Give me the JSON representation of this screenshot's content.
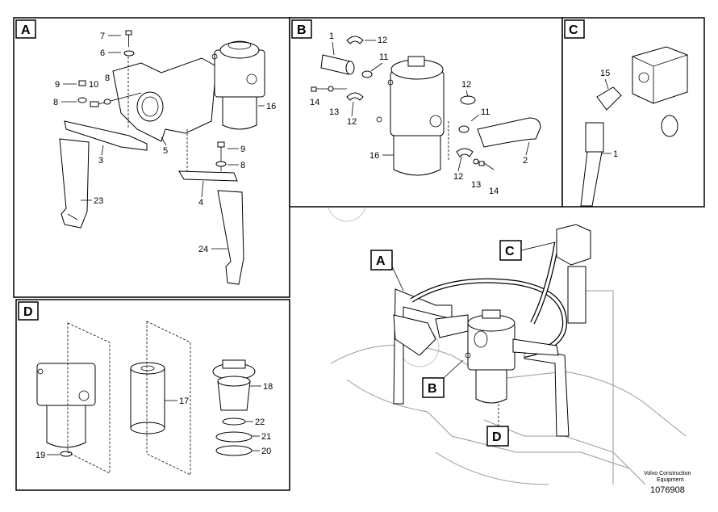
{
  "panels": {
    "A": {
      "tag": "A",
      "callouts": [
        "7",
        "6",
        "8",
        "9",
        "10",
        "8",
        "5",
        "3",
        "16",
        "9",
        "8",
        "4",
        "23",
        "24"
      ]
    },
    "B": {
      "tag": "B",
      "callouts": [
        "1",
        "12",
        "11",
        "14",
        "13",
        "12",
        "12",
        "11",
        "16",
        "12",
        "13",
        "14",
        "2"
      ]
    },
    "C": {
      "tag": "C",
      "callouts": [
        "15",
        "1"
      ]
    },
    "D": {
      "tag": "D",
      "callouts": [
        "17",
        "18",
        "22",
        "21",
        "20",
        "19"
      ]
    }
  },
  "overview_tags": [
    "A",
    "B",
    "C",
    "D"
  ],
  "footer": {
    "line1": "Volvo Construction",
    "line2": "Equipment",
    "number": "1076908"
  }
}
